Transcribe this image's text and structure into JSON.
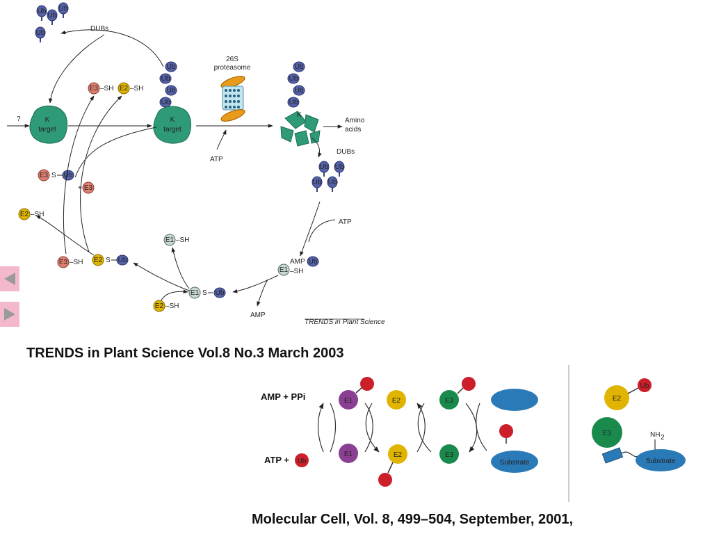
{
  "top_figure": {
    "dubs_top": "DUBs",
    "proteasome_line1": "26S",
    "proteasome_line2": "proteasome",
    "question": "?",
    "k_label": "K",
    "target_label": "target",
    "amino_line1": "Amino",
    "amino_line2": "acids",
    "dubs_right": "DUBs",
    "atp_mid": "ATP",
    "atp_right": "ATP",
    "amp_e1": "AMP",
    "amp_bottom": "AMP",
    "ub": "Ub",
    "e1": "E1",
    "e2": "E2",
    "e3": "E3",
    "sh": "–SH",
    "s": "S",
    "plus_e3": "+",
    "source_tag": "TRENDS in Plant Science"
  },
  "caption_top": "TRENDS in Plant Science Vol.8 No.3 March 2003",
  "bottom_figure": {
    "amp_ppi": "AMP + PPi",
    "atp_plus": "ATP +",
    "ub": "Ub",
    "e1": "E1",
    "e2": "E2",
    "e3": "E3",
    "substrate": "Substrate",
    "nh2": "NH",
    "nh2_sub": "2"
  },
  "caption_bottom": "Molecular Cell, Vol. 8, 499–504, September, 2001,",
  "nav": {
    "prev_icon": "triangle-left",
    "next_icon": "triangle-right",
    "color": "#f4b8cc"
  },
  "colors": {
    "ubiquitin_blue": "#5562a8",
    "target_green": "#2f9a78",
    "e2_yellow": "#e0b400",
    "e3_red": "#e08070",
    "e1_gray": "#c8d8d0",
    "ub_red": "#cc1f2a",
    "e1_purple": "#8a3f92",
    "e3_green": "#1a8a4c",
    "substrate_blue": "#2b7ab8"
  }
}
